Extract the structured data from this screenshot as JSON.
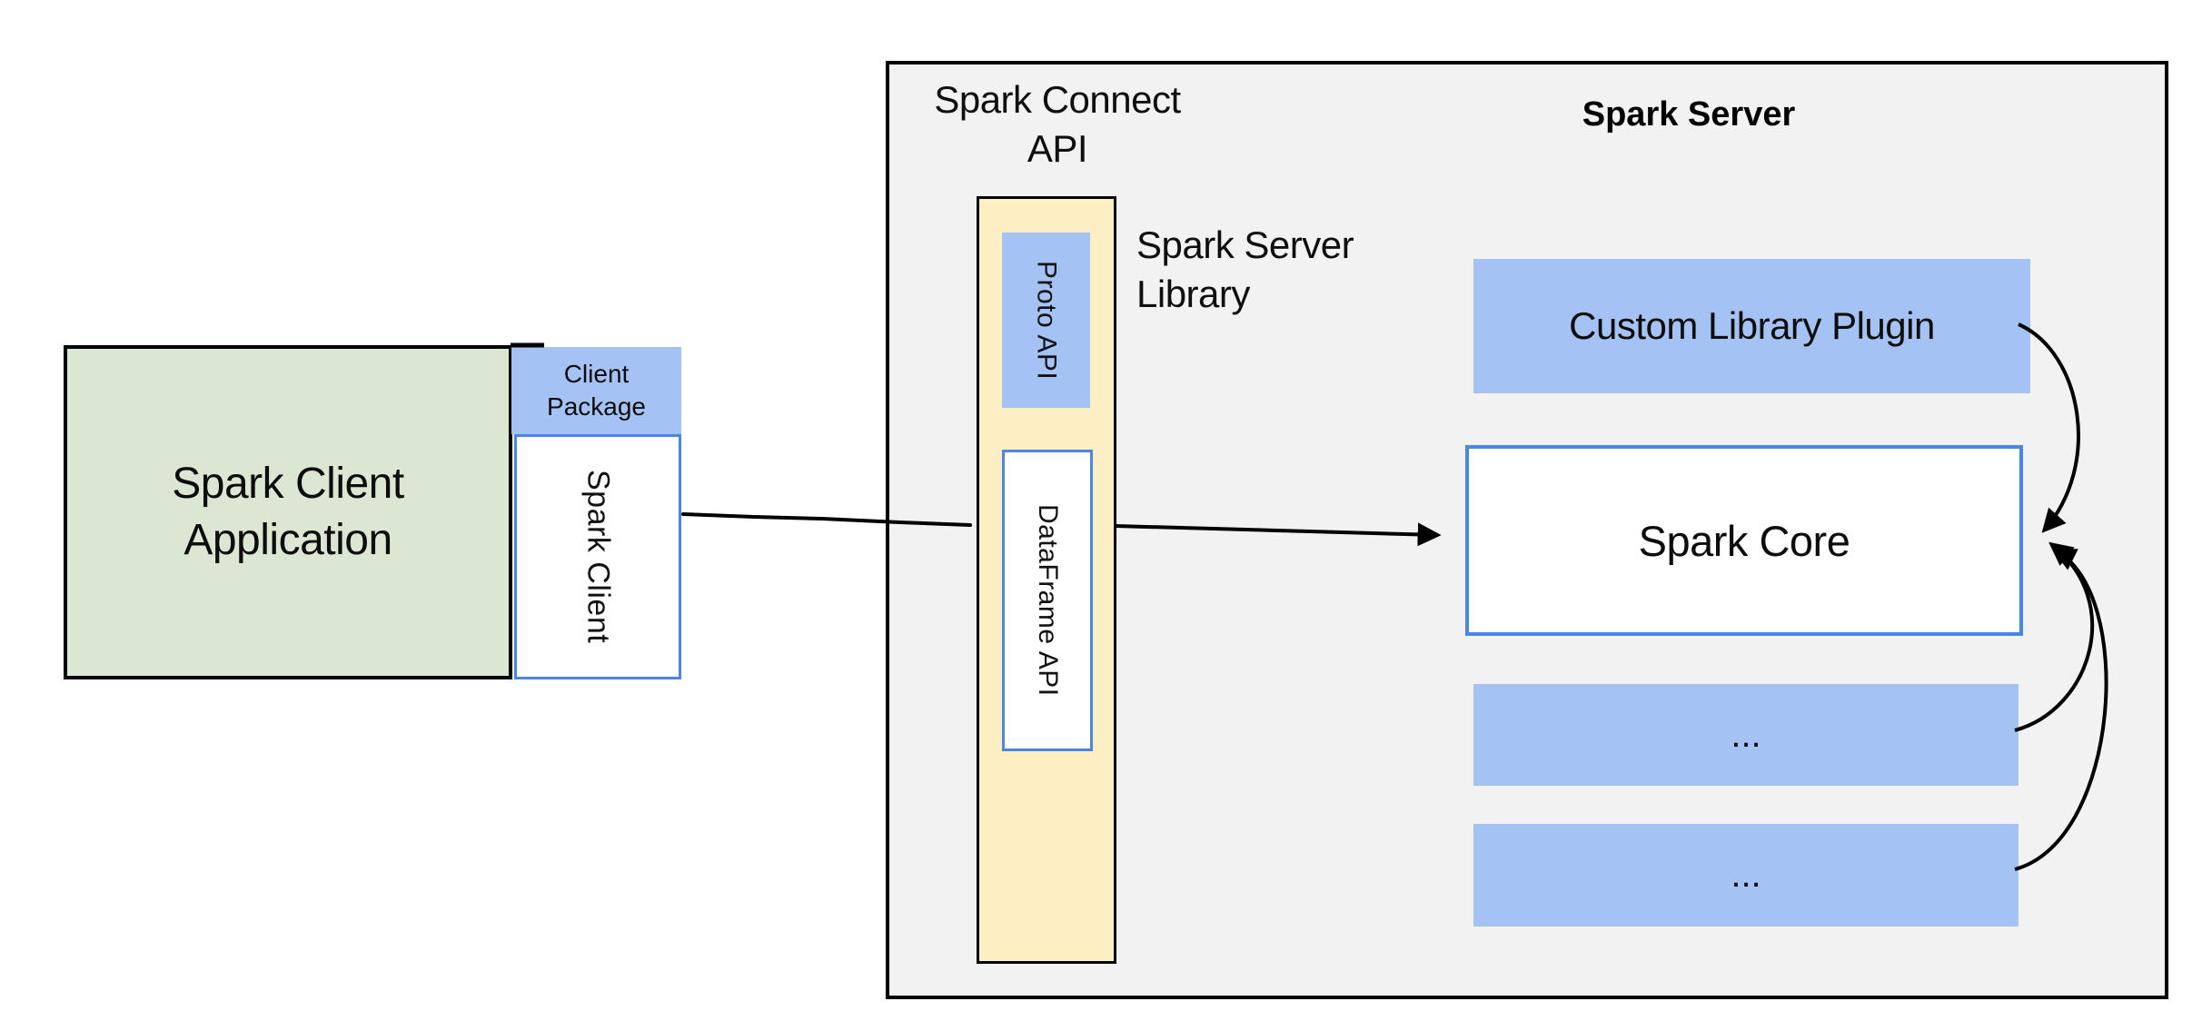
{
  "client": {
    "application_label": "Spark Client\nApplication",
    "package_label": "Client\nPackage",
    "spark_client_label": "Spark Client"
  },
  "connect": {
    "title": "Spark Connect\nAPI",
    "library_label": "Spark Server\nLibrary",
    "proto_api_label": "Proto API",
    "dataframe_api_label": "DataFrame API"
  },
  "server": {
    "title": "Spark Server",
    "plugin_label": "Custom Library Plugin",
    "core_label": "Spark Core",
    "module_labels": [
      "...",
      "..."
    ]
  },
  "colors": {
    "container_fill": "#f2f2f2",
    "library_fill": "#fdeec3",
    "blue_fill": "#a4c2f4",
    "blue_border": "#4a86e8",
    "green_fill": "#dbe7d3",
    "line": "#000000"
  }
}
